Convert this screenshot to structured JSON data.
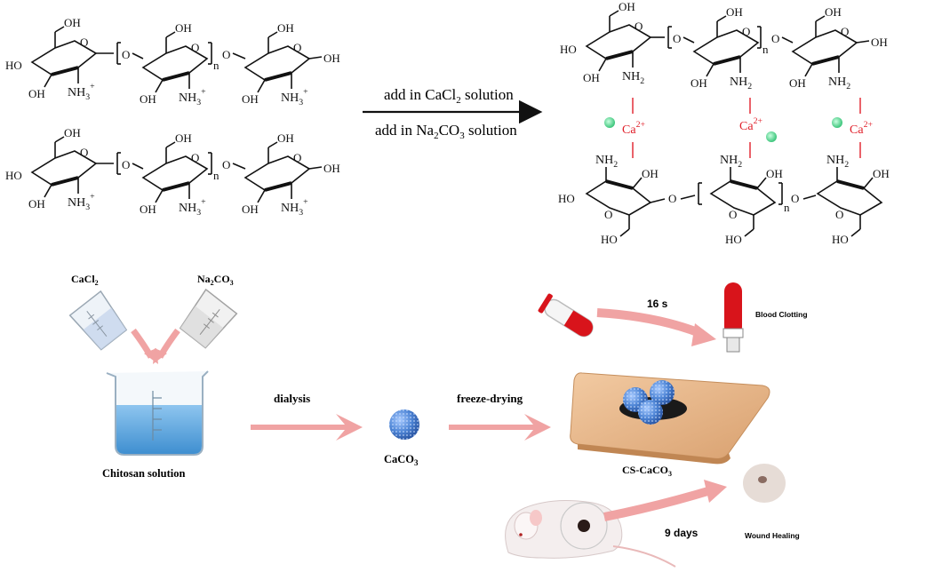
{
  "reaction": {
    "step_top": "add in CaCl",
    "step_top_sub": "2",
    "step_top_suffix": " solution",
    "step_bottom": "add in Na",
    "step_bottom_sub1": "2",
    "step_bottom_mid": "CO",
    "step_bottom_sub2": "3",
    "step_bottom_suffix": " solution"
  },
  "chem_labels": {
    "OH": "OH",
    "HO": "HO",
    "O": "O",
    "NH": "NH",
    "n": "n",
    "sub2": "2",
    "sub3": "3",
    "plus": "+",
    "Ca": "Ca",
    "Ca_charge": "2+"
  },
  "process": {
    "cacl2": "CaCl",
    "cacl2_sub": "2",
    "na2co3_a": "Na",
    "na2co3_sub1": "2",
    "na2co3_b": "CO",
    "na2co3_sub2": "3",
    "beaker_label": "Chitosan solution",
    "dialysis": "dialysis",
    "caco3": "CaCO",
    "caco3_sub": "3",
    "freeze_drying": "freeze-drying",
    "cs_caco3": "CS-CaCO",
    "cs_caco3_sub": "3",
    "time_clot": "16 s",
    "clot_label": "Blood Clotting",
    "time_heal": "9 days",
    "heal_label": "Wound Healing"
  },
  "colors": {
    "ink": "#111111",
    "calcium_red": "#e0202a",
    "chloride_green": "#4fd18a",
    "arrow_pink": "#f0a3a3",
    "water_blue": "#5aa2d8",
    "sphere_blue": "#4f86d6",
    "patch_tan": "#e7b98f",
    "blood_red": "#d8141b"
  }
}
